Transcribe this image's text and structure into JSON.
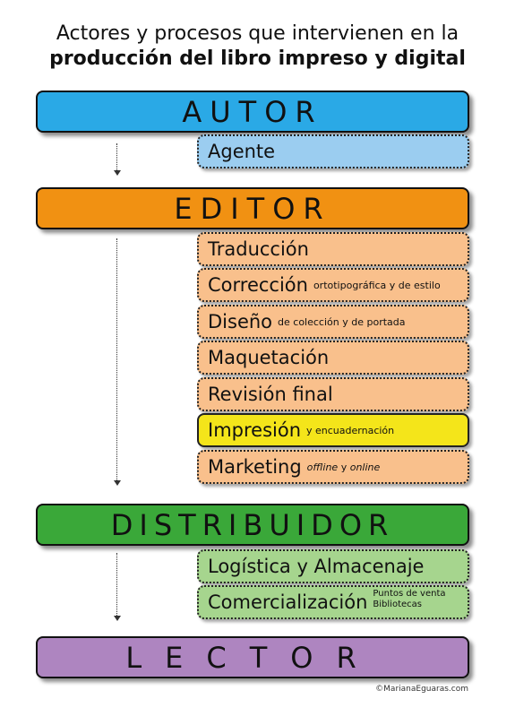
{
  "title": {
    "line1": "Actores y procesos que intervienen en la",
    "line2": "producción del libro impreso y digital"
  },
  "actors": {
    "autor": "AUTOR",
    "editor": "EDITOR",
    "distribuidor": "DISTRIBUIDOR",
    "lector": "LECTOR"
  },
  "processes": {
    "agente": "Agente",
    "traduccion": "Traducción",
    "correccion": {
      "main": "Corrección",
      "sub": "ortotipográfica y de estilo"
    },
    "diseno": {
      "main": "Diseño",
      "sub": "de colección y de portada"
    },
    "maquetacion": "Maquetación",
    "revision": "Revisión final",
    "impresion": {
      "main": "Impresión",
      "sub": "y encuadernación"
    },
    "marketing": {
      "main": "Marketing",
      "sub_it1": "offline",
      "sub_mid": "y",
      "sub_it2": "online"
    },
    "logistica": "Logística y Almacenaje",
    "comercializacion": {
      "main": "Comercialización",
      "sub1": "Puntos de venta",
      "sub2": "Bibliotecas"
    }
  },
  "copyright": "©MarianaEguaras.com",
  "colors": {
    "autor": "#2aa9e6",
    "editor": "#f19112",
    "distribuidor": "#3aa839",
    "lector": "#ae85c0",
    "autor_process": "#9bcdf0",
    "editor_process": "#f9c08c",
    "highlight_process": "#f4e51a",
    "distribuidor_process": "#a6d58e"
  }
}
